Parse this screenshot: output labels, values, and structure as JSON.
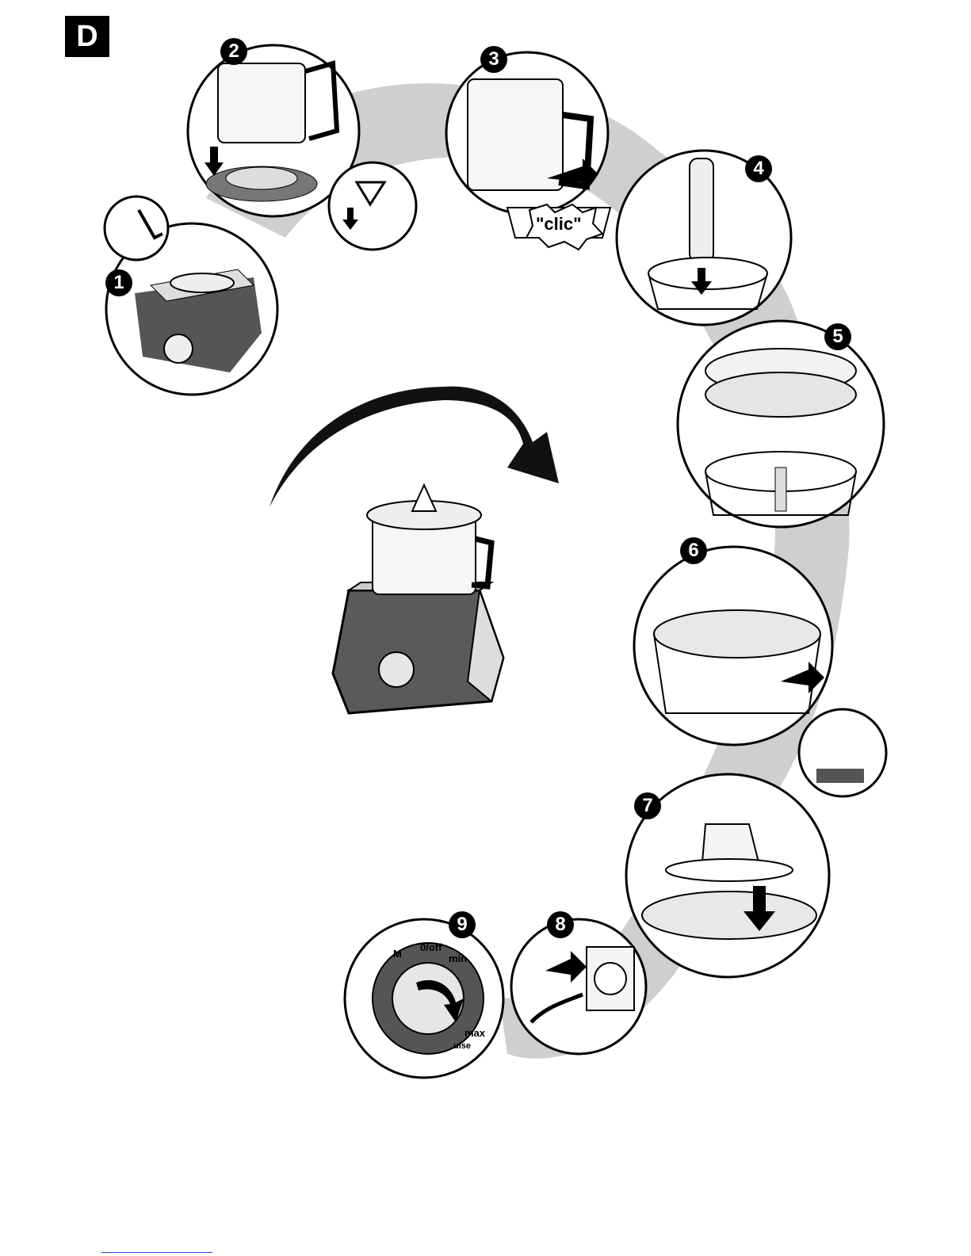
{
  "section_label": "D",
  "steps": [
    {
      "number": "1"
    },
    {
      "number": "2"
    },
    {
      "number": "3",
      "caption": "\"clic\""
    },
    {
      "number": "4"
    },
    {
      "number": "5"
    },
    {
      "number": "6"
    },
    {
      "number": "7"
    },
    {
      "number": "8"
    },
    {
      "number": "9",
      "dial_labels": [
        "M",
        "0/off",
        "min",
        "max",
        "ulse"
      ]
    }
  ],
  "colors": {
    "ink": "#000000",
    "shadow": "#c8c8c8",
    "body_dark": "#4a4a4a",
    "body_light": "#e8e8e8",
    "footer_line": "#2a3fd6"
  }
}
